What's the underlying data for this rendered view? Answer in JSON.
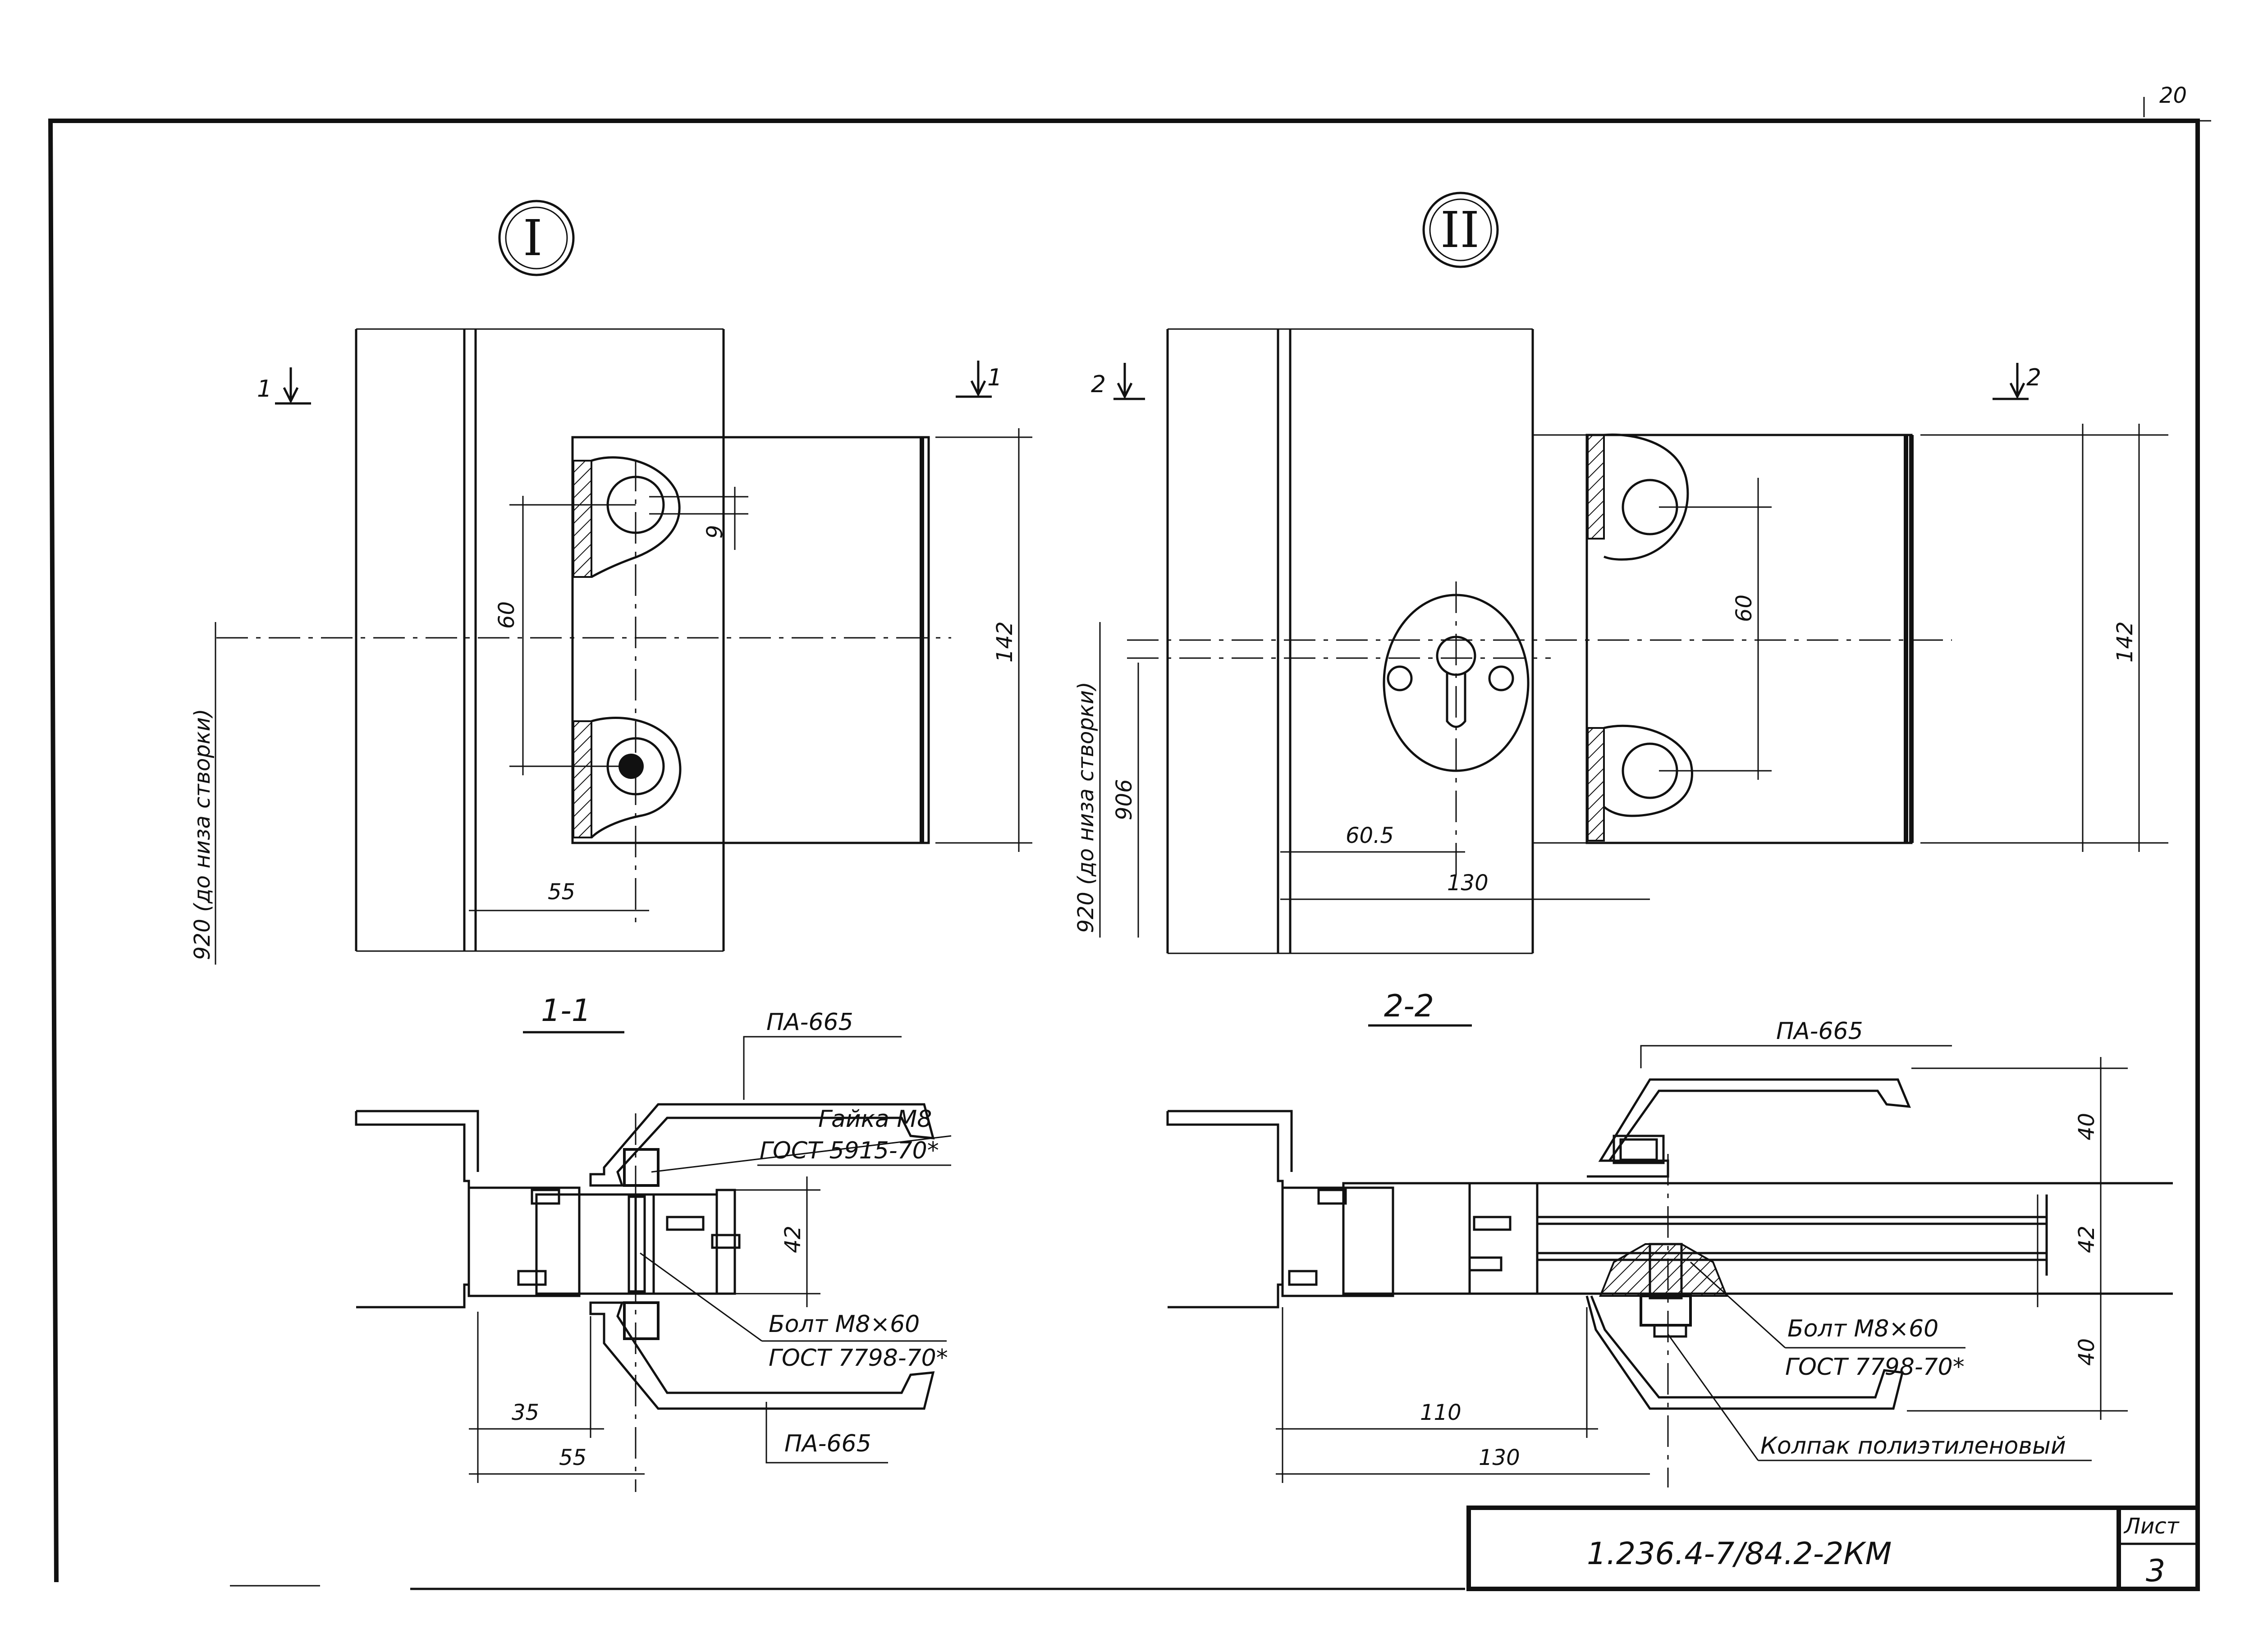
{
  "views": {
    "view1": {
      "marker": "I",
      "cut_left": "1",
      "cut_right": "1"
    },
    "view2": {
      "marker": "II",
      "cut_left": "2",
      "cut_right": "2"
    }
  },
  "dims": {
    "v1_9": "9",
    "v1_60": "60",
    "v1_142": "142",
    "v1_55": "55",
    "v1_height_note": "920 (до низа створки)",
    "v2_60": "60",
    "v2_142": "142",
    "v2_906": "906",
    "v2_60_5": "60.5",
    "v2_130": "130",
    "v2_height_note": "920 (до низа створки)"
  },
  "sections": {
    "s1": {
      "title": "1-1",
      "profile_top": "ПА-665",
      "nut_1": "Гайка М8",
      "nut_2": "ГОСТ 5915-70*",
      "bolt_1": "Болт М8×60",
      "bolt_2": "ГОСТ 7798-70*",
      "profile_bottom": "ПА-665",
      "dim_42": "42",
      "dim_35": "35",
      "dim_55": "55"
    },
    "s2": {
      "title": "2-2",
      "profile_top": "ПА-665",
      "bolt_1": "Болт М8×60",
      "bolt_2": "ГОСТ 7798-70*",
      "cap": "Колпак полиэтиленовый",
      "dim_40_top": "40",
      "dim_42": "42",
      "dim_40_bottom": "40",
      "dim_110": "110",
      "dim_130": "130"
    }
  },
  "title_block": {
    "code": "1.236.4-7/84.2-2КМ",
    "sheet_label": "Лист",
    "sheet_no": "3",
    "corner_mark": "20"
  }
}
